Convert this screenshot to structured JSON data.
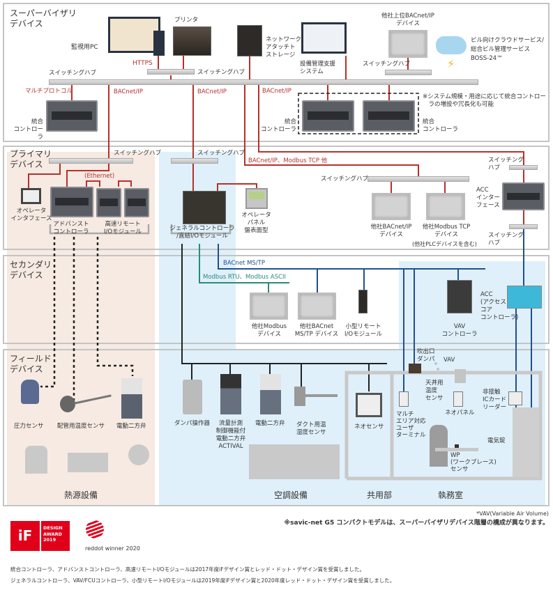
{
  "tiers": {
    "supervisory": "スーパーバイザリ\nデバイス",
    "primary": "プライマリ\nデバイス",
    "secondary": "セカンダリ\nデバイス",
    "field": "フィールド\nデバイス"
  },
  "supervisory": {
    "monitor_pc": "監視用PC",
    "https": "HTTPS",
    "printer": "プリンタ",
    "nas": "ネットワーク\nアタッチト\nストレージ",
    "facility_system": "設備管理支援\nシステム",
    "third_party_bacnet_ip": "他社上位BACnet/IP\nデバイス",
    "cloud": "ビル向けクラウドサービス/\n総合ビル管理サービス\nBOSS-24™",
    "switching_hub_left": "スイッチングハブ",
    "switching_hub_center": "スイッチングハブ",
    "switching_hub_right": "スイッチングハブ",
    "multi_protocol": "マルチプロトコル",
    "bacnet_ip_1": "BACnet/IP",
    "bacnet_ip_2": "BACnet/IP",
    "bacnet_ip_3": "BACnet/IP",
    "integrated_controller_1": "統合\nコントローラ",
    "integrated_controller_2": "統合\nコントローラ",
    "integrated_controller_3": "統合\nコントローラ",
    "note": "※システム規模・用途に応じて統合コントロー\n　ラの増設や冗長化も可能"
  },
  "primary": {
    "switching_hub_1": "スイッチングハブ",
    "switching_hub_2": "スイッチングハブ",
    "ethernet": "(Ethernet)",
    "operator_interface": "オペレータ\nインタフェース",
    "advanced_controller": "アドバンスト\nコントローラ",
    "remote_io": "高速リモート\nI/Oモジュール",
    "general_controller": "ジェネラルコントローラ\n/直結I/Oモジュール",
    "operator_panel": "オペレータ\nパネル\n盤表面型",
    "bacnet_modbus_tcp": "BACnet/IP、Modbus TCP 他",
    "switching_hub_3": "スイッチングハブ",
    "third_bacnet_ip": "他社BACnet/IP\nデバイス",
    "third_modbus_tcp": "他社Modbus TCP\nデバイス",
    "plc_note": "(他社PLCデバイスを含む)",
    "switching_hub_acc_top": "スイッチング\nハブ",
    "acc_interface": "ACC\nインター\nフェース",
    "switching_hub_acc_bottom": "スイッチング\nハブ"
  },
  "secondary": {
    "bacnet_mstp": "BACnet MS/TP",
    "modbus_rtu": "Modbus RTU、Modbus ASCII",
    "third_modbus": "他社Modbus\nデバイス",
    "third_bacnet_mstp": "他社BACnet\nMS/TP デバイス",
    "small_remote_io": "小型リモート\nI/Oモジュール",
    "vav_controller": "VAV\nコントローラ",
    "acc": "ACC\n(アクセス\nコア\nコントローラ)"
  },
  "field": {
    "pressure_sensor": "圧力センサ",
    "pipe_temp_sensor": "配管用温度センサ",
    "motor_valve_1": "電動二方弁",
    "damper_actuator": "ダンパ操作器",
    "actival": "流量計測\n制御機能付\n電動二方弁\nACTIVAL",
    "motor_valve_2": "電動二方弁",
    "duct_sensor": "ダクト用温\n湿度センサ",
    "neo_sensor": "ネオセンサ",
    "outlet_damper": "吹出口\nダンパ",
    "vav": "VAV",
    "ceiling_sensor": "天井用\n温度\nセンサ",
    "multi_area_terminal": "マルチ\nエリア対応\nユーザ\nターミナル",
    "neo_panel": "ネオパネル",
    "ic_card_reader": "非接触\nICカード\nリーダー",
    "electric_lock": "電気錠",
    "wp_sensor": "WP\n(ワークプレース)\nセンサ",
    "cat_heat_source": "熱源設備",
    "cat_hvac": "空調設備",
    "cat_common": "共用部",
    "cat_office": "執務室"
  },
  "footer": {
    "vav_note": "*VAV(Variable Air Volume)",
    "g5_note": "※savic-net G5 コンパクトモデルは、スーパーバイザリデバイス階層の構成が異なります。",
    "if_logo": "iF DESIGN AWARD 2019",
    "if_design": "DESIGN\nAWARD\n2019",
    "reddot": "reddot winner 2020",
    "award_line_1": "統合コントローラ、アドバンストコントローラ、高速リモートI/Oモジュールは2017年度iFデザイン賞とレッド・ドット・デザイン賞を受賞しました。",
    "award_line_2": "ジェネラルコントローラ、VAV/FCUコントローラ、小型リモートI/Oモジュールは2019年度iFデザイン賞と2020年度レッド・ドット・デザイン賞を受賞しました。"
  },
  "colors": {
    "ethernet_line": "#b5312a",
    "mstp_line": "#1f4f8f",
    "modbus_line": "#2a8a7a",
    "field_line": "#222222",
    "heat_bg": "#f6eae3",
    "hvac_bg": "#dff0fa",
    "award_red": "#e1001a"
  }
}
